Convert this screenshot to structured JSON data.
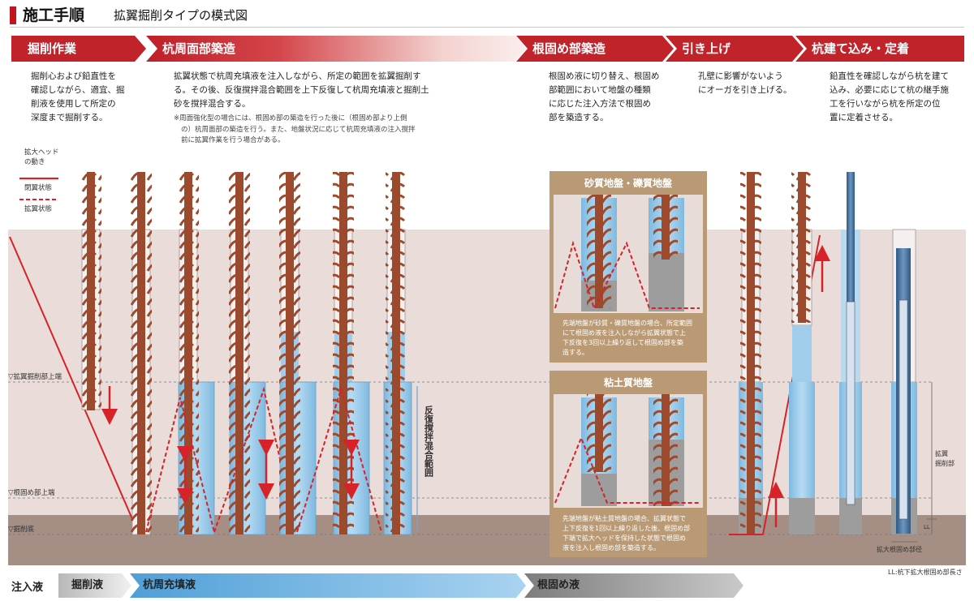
{
  "header": {
    "title": "施工手順",
    "subtitle": "拡翼掘削タイプの模式図"
  },
  "steps": [
    {
      "label": "掘削作業",
      "text": [
        "掘削心および鉛直性を",
        "確認しながら、適宜、掘",
        "削液を使用して所定の",
        "深度まで掘削する。"
      ]
    },
    {
      "label": "杭周面部築造",
      "text": [
        "拡翼状態で杭周充填液を注入しながら、所定の範囲を拡翼掘削す",
        "る。その後、反復撹拌混合範囲を上下反復して杭周充填液と掘削土",
        "砂を撹拌混合する。"
      ],
      "note": [
        "※周面強化型の場合には、根固め部の築造を行った後に（根固め部より上側",
        "の）杭周面部の築造を行う。また、地盤状況に応じて杭周充填液の注入撹拌",
        "前に拡翼作業を行う場合がある。"
      ]
    },
    {
      "label": "根固め部築造",
      "text": [
        "根固め液に切り替え、根固め",
        "部範囲において地盤の種類",
        "に応じた注入方法で根固め",
        "部を築造する。"
      ]
    },
    {
      "label": "引き上げ",
      "text": [
        "孔壁に影響がないよう",
        "にオーガを引き上げる。"
      ]
    },
    {
      "label": "杭建て込み・定着",
      "text": [
        "鉛直性を確認しながら杭を建て",
        "込み、必要に応じて杭の継手施",
        "工を行いながら杭を所定の位",
        "置に定着させる。"
      ]
    }
  ],
  "legend": {
    "title": [
      "拡大ヘッド",
      "の動き"
    ],
    "closed": "閉翼状態",
    "open": "拡翼状態"
  },
  "levels": {
    "top": "▽拡翼掘削部上端",
    "root_top": "▽根固め部上端",
    "bottom": "▽掘削底"
  },
  "repeat_label": "反復撹拌混合範囲",
  "sand_box": {
    "title": "砂質地盤・礫質地盤",
    "text": [
      "先端地盤が砂質・礫質地盤の場合、所定範囲",
      "にて根固め液を注入しながら拡翼状態で上",
      "下反復を3回以上繰り返して根固め部を築",
      "造する。"
    ]
  },
  "clay_box": {
    "title": "粘土質地盤",
    "text": [
      "先端地盤が粘土質地盤の場合、拡翼状態で",
      "上下反復を1回以上繰り返した後、根固め部",
      "下端で拡大ヘッドを保持した状態で根固め",
      "液を注入し根固め部を築造する。"
    ]
  },
  "right_labels": {
    "expanded": [
      "拡翼",
      "掘削部"
    ],
    "ll": "LL",
    "root_dia": "拡大根固め部径",
    "ll_note": "LL:杭下拡大根固め部長さ"
  },
  "injection": {
    "label": "注入液",
    "flows": [
      "掘削液",
      "杭周充填液",
      "根固め液"
    ]
  },
  "colors": {
    "accent": "#c1232b",
    "rod": "#9b4a2e",
    "liquid": "#9fcdea",
    "soil_upper": "#e9dcd9",
    "soil_lower": "#a58f84",
    "root": "#9d9d9d",
    "box_bg": "#b99a74"
  }
}
